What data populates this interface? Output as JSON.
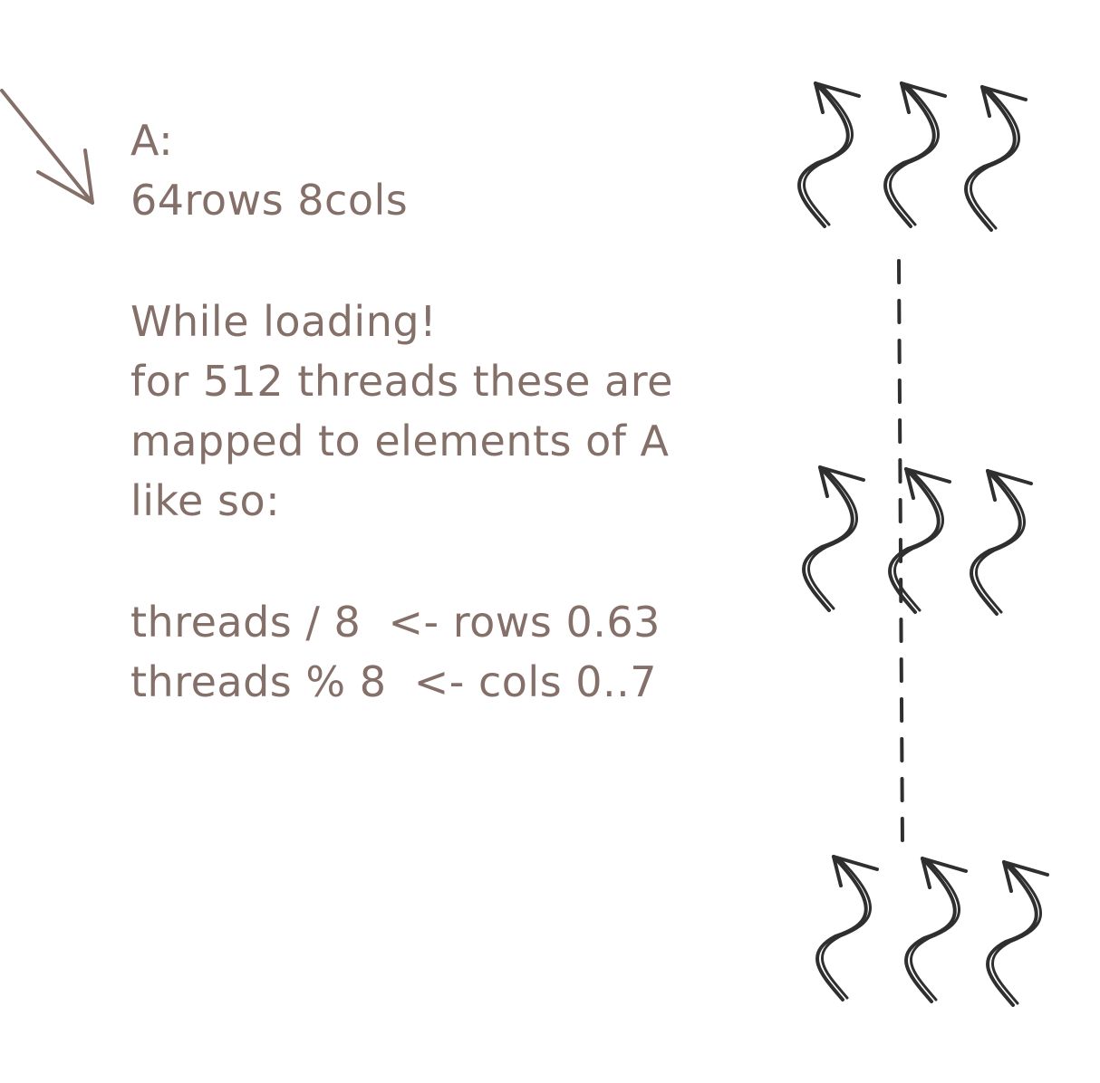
{
  "notes": {
    "line_1": "A:",
    "line_2": "64rows 8cols",
    "line_3": "While loading!",
    "line_4": "for 512 threads these are",
    "line_5": "mapped to elements of A",
    "line_6": "like so:",
    "line_7": "threads / 8  <- rows 0.63",
    "line_8": "threads % 8  <- cols 0..7"
  },
  "colors": {
    "text": "#846f69",
    "thread_arrows": "#2f2f2f",
    "pointer_arrow": "#846f69",
    "dashed_line": "#2f2f2f"
  },
  "icons": {
    "thread_glyph": "squiggly-arrow-icon",
    "pointer": "diagonal-arrow-icon"
  }
}
